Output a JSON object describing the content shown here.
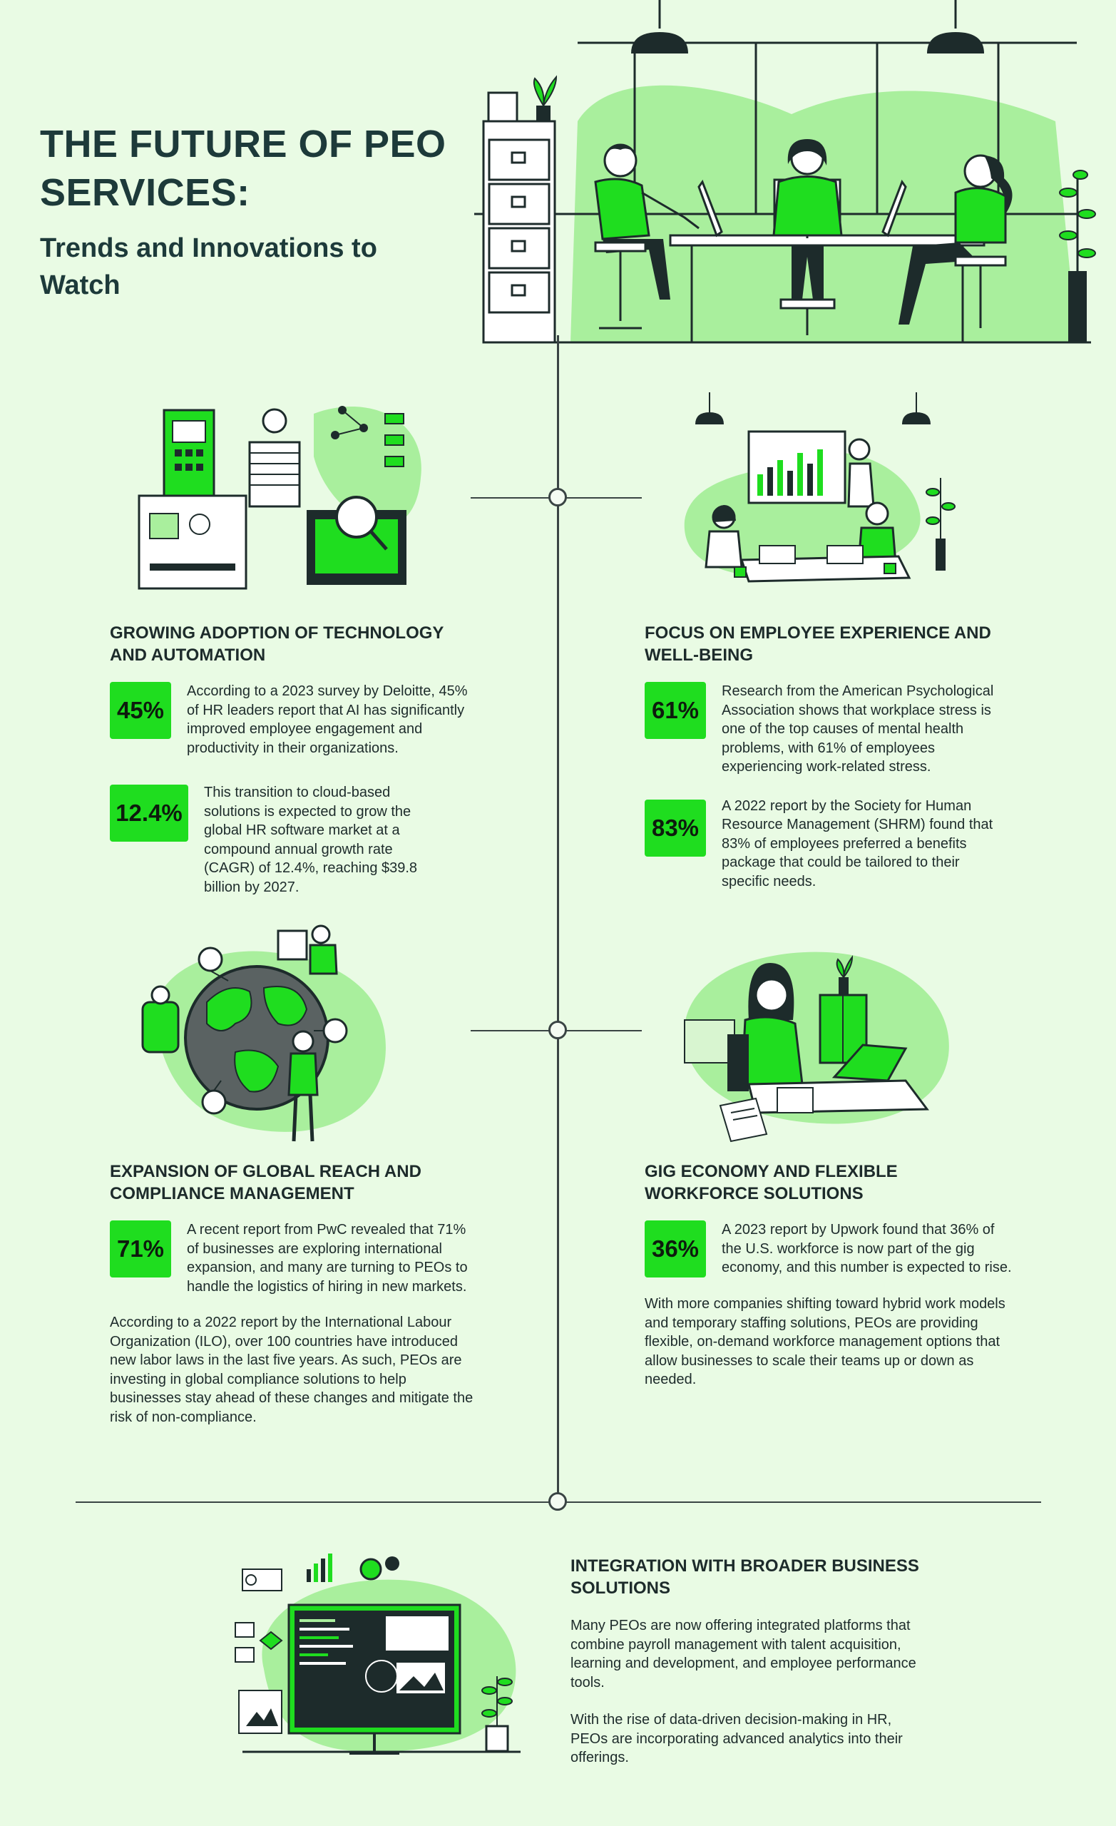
{
  "header": {
    "title": "THE FUTURE OF PEO SERVICES:",
    "subtitle": "Trends and Innovations to Watch"
  },
  "sections": {
    "technology": {
      "title": "GROWING ADOPTION OF TECHNOLOGY AND AUTOMATION",
      "stats": [
        {
          "value": "45%",
          "text": "According to a 2023 survey by Deloitte, 45% of HR leaders report that AI has significantly improved employee engagement and productivity in their organizations."
        },
        {
          "value": "12.4%",
          "text": "This transition to cloud-based solutions is expected to grow the global HR software market at a compound annual growth rate (CAGR) of 12.4%, reaching $39.8 billion by 2027."
        }
      ]
    },
    "experience": {
      "title": "FOCUS ON EMPLOYEE EXPERIENCE AND WELL-BEING",
      "stats": [
        {
          "value": "61%",
          "text": "Research from the American Psychological Association shows that workplace stress is one of the top causes of mental health problems, with 61% of employees experiencing work-related stress."
        },
        {
          "value": "83%",
          "text": "A 2022 report by the Society for Human Resource Management (SHRM) found that 83% of employees preferred a benefits package that could be tailored to their specific needs."
        }
      ]
    },
    "global": {
      "title": "EXPANSION OF GLOBAL REACH AND COMPLIANCE MANAGEMENT",
      "stats": [
        {
          "value": "71%",
          "text": "A recent report from PwC revealed that 71% of businesses are exploring international expansion, and many are turning to PEOs to handle the logistics of hiring in new markets."
        }
      ],
      "paragraph": "According to a 2022 report by the International Labour Organization (ILO), over 100 countries have introduced new labor laws in the last five years. As such, PEOs are investing in global compliance solutions to help businesses stay ahead of these changes and mitigate the risk of non-compliance."
    },
    "gig": {
      "title": "GIG ECONOMY AND FLEXIBLE WORKFORCE SOLUTIONS",
      "stats": [
        {
          "value": "36%",
          "text": "A 2023 report by Upwork found that 36% of the U.S. workforce is now part of the gig economy, and this number is expected to rise."
        }
      ],
      "paragraph": "With more companies shifting toward hybrid work models and temporary staffing solutions, PEOs are providing flexible, on-demand workforce management options that allow businesses to scale their teams up or down as needed."
    },
    "integration": {
      "title": "INTEGRATION WITH BROADER BUSINESS SOLUTIONS",
      "paragraphs": [
        "Many PEOs are now offering integrated platforms that combine payroll management with talent acquisition, learning and development, and employee performance tools.",
        "With the rise of data-driven decision-making in HR, PEOs are incorporating advanced analytics into their offerings."
      ]
    }
  },
  "colors": {
    "background": "#e9fbe4",
    "accent": "#1fdd1f",
    "blob": "#a9ef9d",
    "dark": "#1d3a3a"
  }
}
